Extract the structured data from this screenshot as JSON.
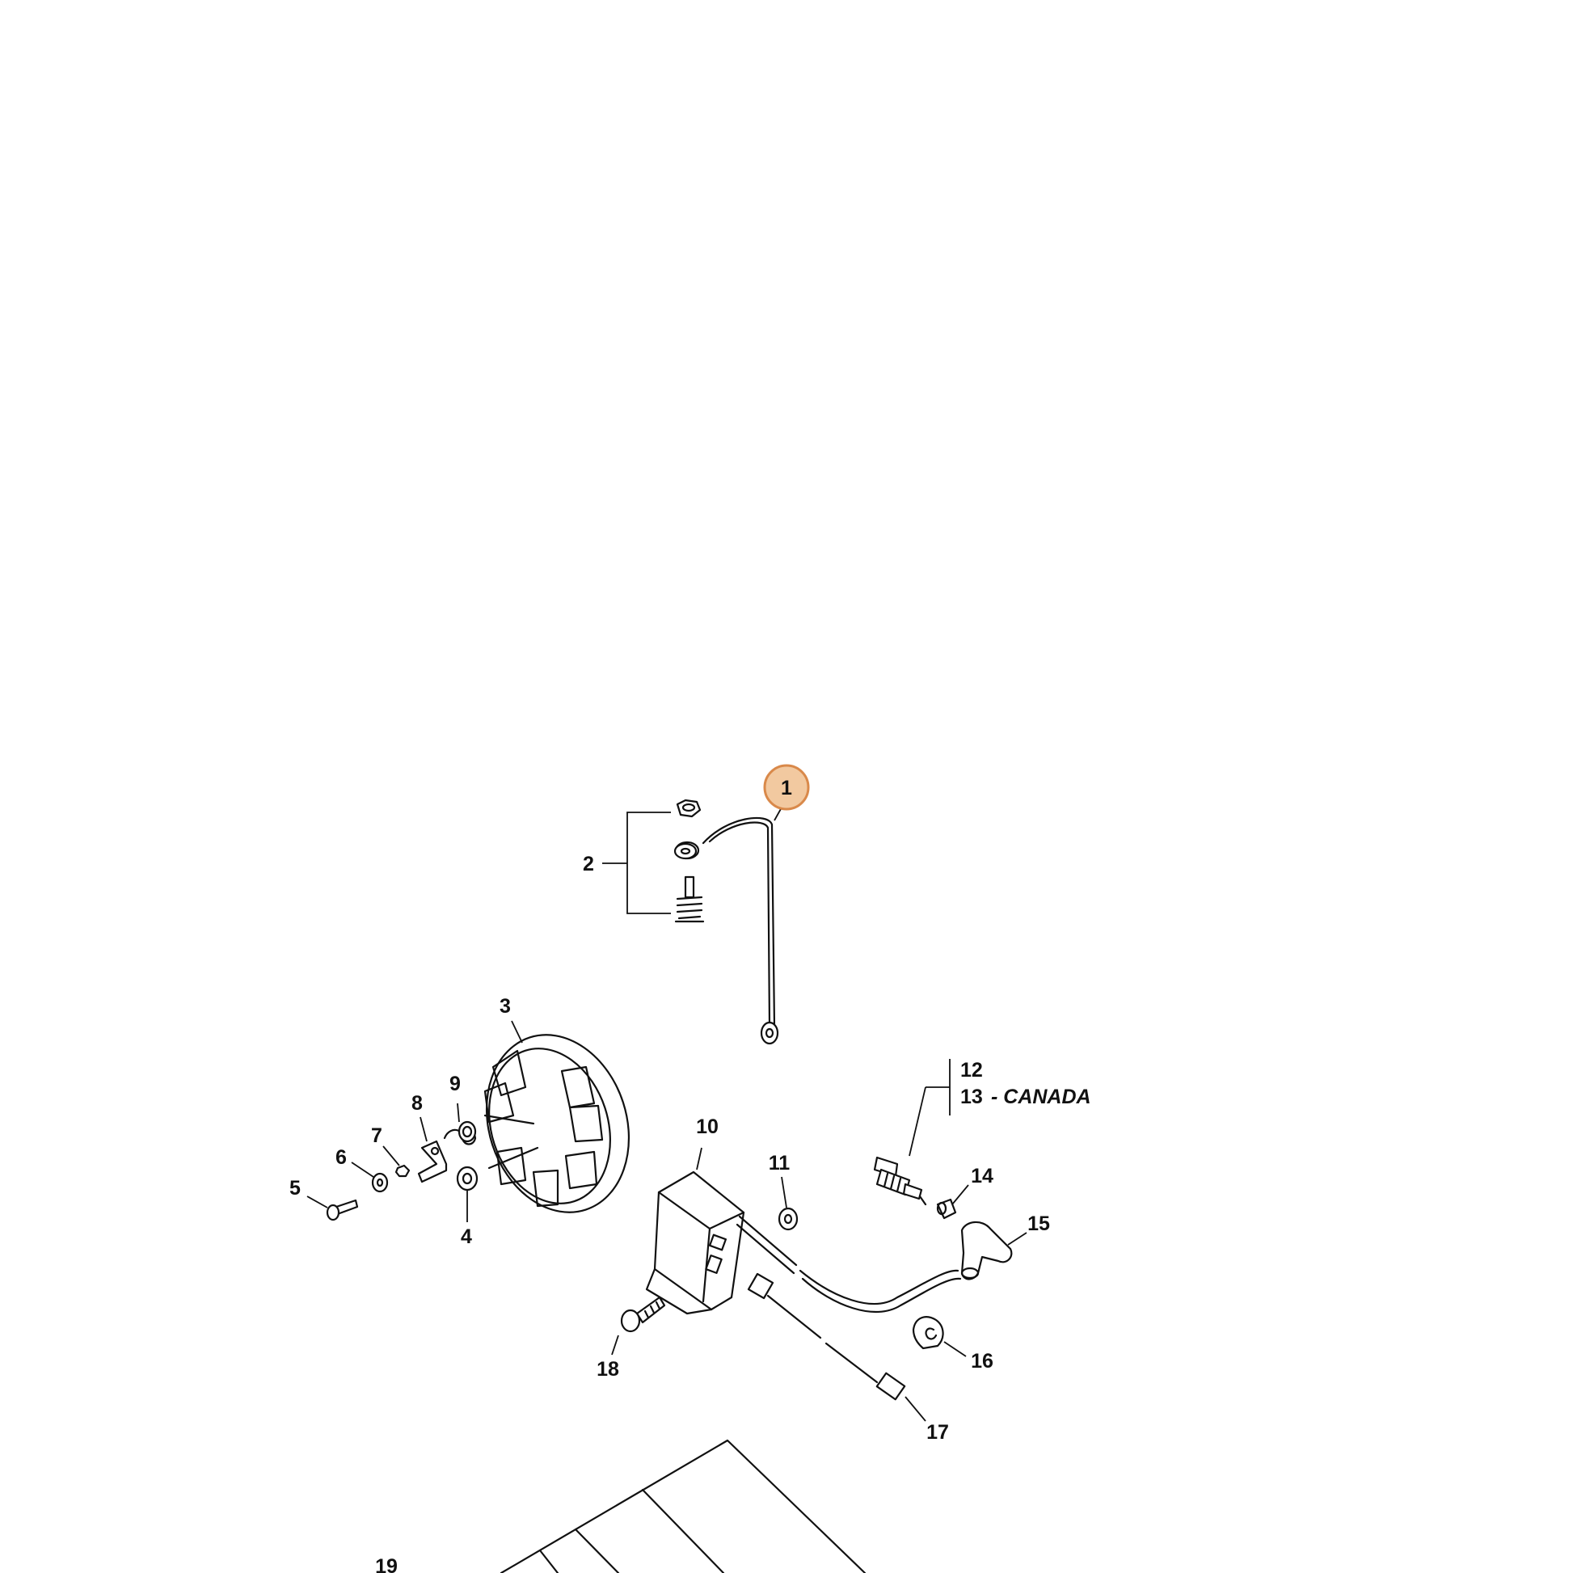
{
  "highlight_color": "#f2c9a0",
  "highlight_stroke": "#d9894a",
  "callouts": {
    "c1": "1",
    "c2": "2",
    "c3": "3",
    "c4": "4",
    "c5": "5",
    "c6": "6",
    "c7": "7",
    "c8": "8",
    "c9": "9",
    "c10": "10",
    "c11": "11",
    "c12": "12",
    "c13": "13",
    "c13_note": "- CANADA",
    "c14": "14",
    "c15": "15",
    "c16": "16",
    "c17": "17",
    "c18": "18",
    "c19": "19"
  }
}
